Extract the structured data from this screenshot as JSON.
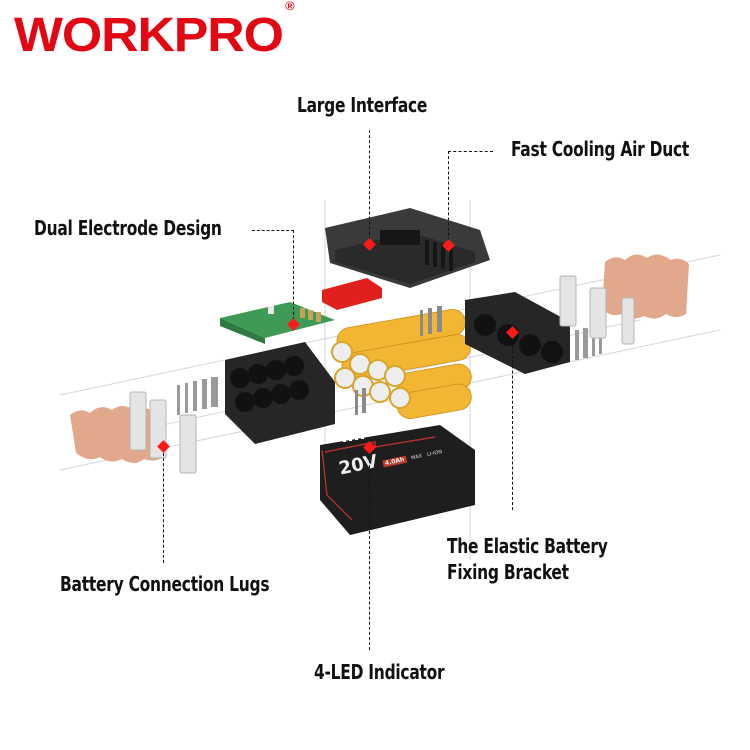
{
  "brand": {
    "name": "WORKPRO",
    "registered_mark": "®",
    "color": "#e30613"
  },
  "callouts": [
    {
      "id": "large-interface",
      "text": "Large Interface"
    },
    {
      "id": "fast-cooling-air-duct",
      "text": "Fast Cooling Air Duct"
    },
    {
      "id": "dual-electrode-design",
      "text": "Dual Electrode Design"
    },
    {
      "id": "elastic-fixing-bracket",
      "line1": "The Elastic Battery",
      "line2": "Fixing Bracket"
    },
    {
      "id": "battery-connection-lugs",
      "text": "Battery Connection Lugs"
    },
    {
      "id": "led-indicator",
      "text": "4-LED Indicator"
    }
  ],
  "battery_case": {
    "voltage": "20V",
    "capacity": "4.0Ah",
    "max_label": "MAX",
    "chemistry": "LI-ION"
  },
  "colors": {
    "marker": "#ff1a1a",
    "cell": "#f2b632",
    "housing": "#2a2a2a",
    "pcb": "#3f9a55",
    "thermal_pad": "#e2a88c"
  }
}
